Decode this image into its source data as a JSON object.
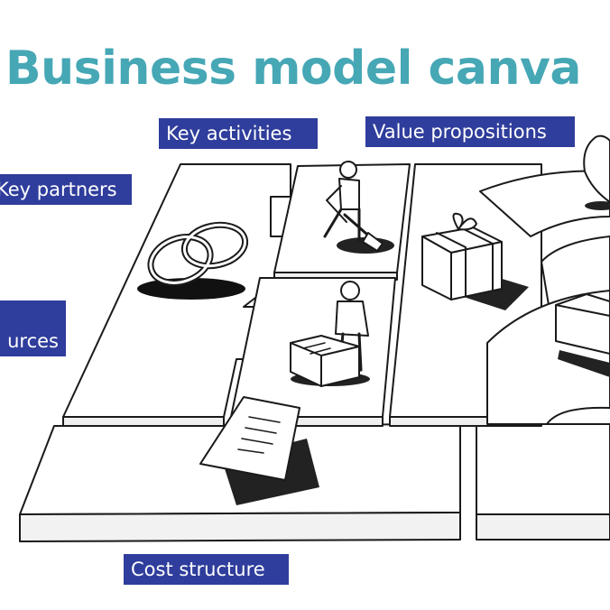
{
  "title": "Business model canva",
  "labels": {
    "key_activities": "Key activities",
    "value_propositions": "Value propositions",
    "key_partners": "Key partners",
    "key_resources": "urces",
    "cost_structure": "Cost structure"
  },
  "colors": {
    "title": "#46a7b5",
    "label_background": "#2f3d9c",
    "label_text": "#ffffff",
    "sketch_line": "#1a1a1a"
  }
}
